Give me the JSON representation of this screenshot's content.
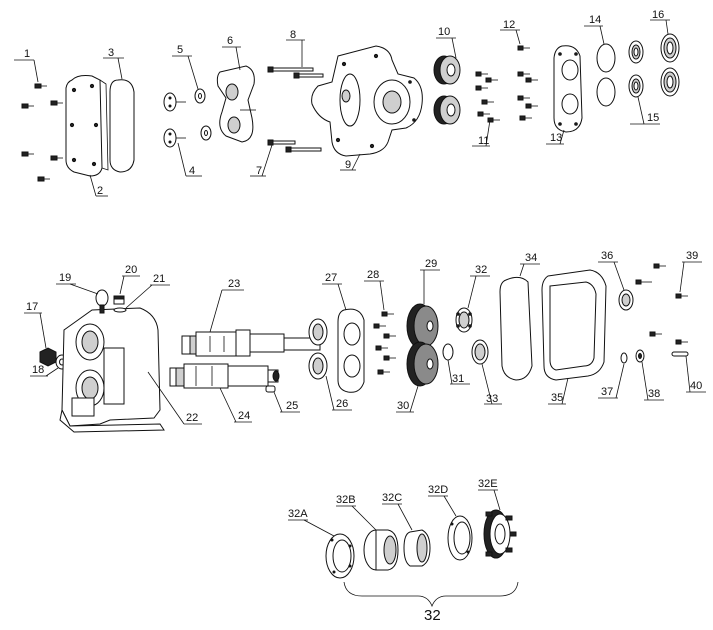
{
  "labels": {
    "p1": "1",
    "p2": "2",
    "p3": "3",
    "p4": "4",
    "p5": "5",
    "p6": "6",
    "p7": "7",
    "p8": "8",
    "p9": "9",
    "p10": "10",
    "p11": "11",
    "p12": "12",
    "p13": "13",
    "p14": "14",
    "p15": "15",
    "p16": "16",
    "p17": "17",
    "p18": "18",
    "p19": "19",
    "p20": "20",
    "p21": "21",
    "p22": "22",
    "p23": "23",
    "p24": "24",
    "p25": "25",
    "p26": "26",
    "p27": "27",
    "p28": "28",
    "p29": "29",
    "p30": "30",
    "p31": "31",
    "p32": "32",
    "p33": "33",
    "p34": "34",
    "p35": "35",
    "p36": "36",
    "p37": "37",
    "p38": "38",
    "p39": "39",
    "p40": "40",
    "p32a": "32A",
    "p32b": "32B",
    "p32c": "32C",
    "p32d": "32D",
    "p32e": "32E",
    "p32group": "32"
  }
}
